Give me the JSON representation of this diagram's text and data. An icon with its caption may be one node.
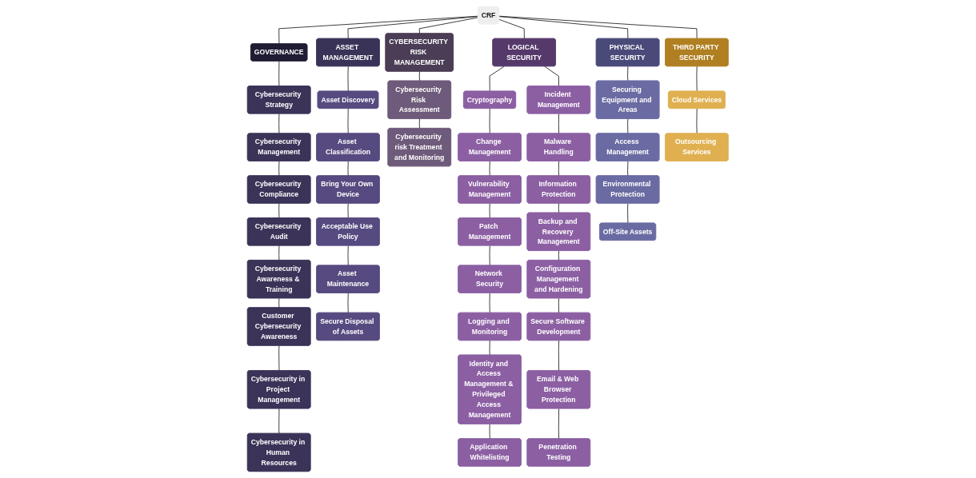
{
  "diagram": {
    "nodes": [
      {
        "text": [
          "CRF"
        ]
      },
      {
        "text": [
          "GOVERNANCE"
        ]
      },
      {
        "text": [
          "Cybersecurity Strategy"
        ]
      },
      {
        "text": [
          "Cybersecurity Management"
        ]
      },
      {
        "text": [
          "Cybersecurity Compliance"
        ]
      },
      {
        "text": [
          "Cybersecurity Audit"
        ]
      },
      {
        "text": [
          "Cybersecurity Awareness & Training"
        ]
      },
      {
        "text": [
          "Customer Cybersecurity Awareness"
        ]
      },
      {
        "text": [
          "Cybersecurity in Project Management"
        ]
      },
      {
        "text": [
          "Cybersecurity in Human Resources"
        ]
      },
      {
        "text": [
          "ASSET MANAGEMENT"
        ]
      },
      {
        "text": [
          "Asset Discovery"
        ]
      },
      {
        "text": [
          "Asset Classification"
        ]
      },
      {
        "text": [
          "Bring Your Own Device"
        ]
      },
      {
        "text": [
          "Acceptable Use Policy"
        ]
      },
      {
        "text": [
          "Asset Maintenance"
        ]
      },
      {
        "text": [
          "Secure Disposal of Assets"
        ]
      },
      {
        "text": [
          "CYBERSECURITY RISK MANAGEMENT"
        ]
      },
      {
        "text": [
          "Cybersecurity Risk Assessment"
        ]
      },
      {
        "text": [
          "Cybersecurity risk Treatment and Monitoring"
        ]
      },
      {
        "text": [
          "LOGICAL SECURITY"
        ]
      },
      {
        "text": [
          "Cryptography"
        ]
      },
      {
        "text": [
          "Change Management"
        ]
      },
      {
        "text": [
          "Vulnerability Management"
        ]
      },
      {
        "text": [
          "Patch Management"
        ]
      },
      {
        "text": [
          "Network Security"
        ]
      },
      {
        "text": [
          "Logging and Monitoring"
        ]
      },
      {
        "text": [
          "Identity and Access Management & Privileged Access Management"
        ]
      },
      {
        "text": [
          "Application Whitelisting"
        ]
      },
      {
        "text": [
          "Incident Management"
        ]
      },
      {
        "text": [
          "Malware Handling"
        ]
      },
      {
        "text": [
          "Information Protection"
        ]
      },
      {
        "text": [
          "Backup and Recovery Management"
        ]
      },
      {
        "text": [
          "Configuration Management and Hardening"
        ]
      },
      {
        "text": [
          "Secure Software Development"
        ]
      },
      {
        "text": [
          "Email & Web Browser Protection"
        ]
      },
      {
        "text": [
          "Penetration Testing"
        ]
      },
      {
        "text": [
          "PHYSICAL SECURITY"
        ]
      },
      {
        "text": [
          "Securing Equipment and Areas"
        ]
      },
      {
        "text": [
          "Access Management"
        ]
      },
      {
        "text": [
          "Environmental Protection"
        ]
      },
      {
        "text": [
          "Off-Site Assets"
        ]
      },
      {
        "text": [
          "THIRD PARTY SECURITY"
        ]
      },
      {
        "text": [
          "Cloud Services"
        ]
      },
      {
        "text": [
          "Outsourcing Services"
        ]
      }
    ],
    "edges": [
      {
        "from": 0,
        "to": 1,
        "arrow": "none"
      },
      {
        "from": 0,
        "to": 10,
        "arrow": "none"
      },
      {
        "from": 0,
        "to": 17,
        "arrow": "none"
      },
      {
        "from": 0,
        "to": 20,
        "arrow": "none"
      },
      {
        "from": 0,
        "to": 37,
        "arrow": "none"
      },
      {
        "from": 0,
        "to": 42,
        "arrow": "none"
      },
      {
        "from": 1,
        "to": 2,
        "arrow": "none"
      },
      {
        "from": 2,
        "to": 3,
        "arrow": "none"
      },
      {
        "from": 3,
        "to": 4,
        "arrow": "none"
      },
      {
        "from": 4,
        "to": 5,
        "arrow": "none"
      },
      {
        "from": 5,
        "to": 6,
        "arrow": "none"
      },
      {
        "from": 6,
        "to": 7,
        "arrow": "none"
      },
      {
        "from": 7,
        "to": 8,
        "arrow": "none"
      },
      {
        "from": 8,
        "to": 9,
        "arrow": "none"
      },
      {
        "from": 10,
        "to": 11,
        "arrow": "none"
      },
      {
        "from": 11,
        "to": 12,
        "arrow": "none"
      },
      {
        "from": 12,
        "to": 13,
        "arrow": "none"
      },
      {
        "from": 13,
        "to": 14,
        "arrow": "none"
      },
      {
        "from": 14,
        "to": 15,
        "arrow": "none"
      },
      {
        "from": 15,
        "to": 16,
        "arrow": "none"
      },
      {
        "from": 17,
        "to": 18,
        "arrow": "none"
      },
      {
        "from": 18,
        "to": 19,
        "arrow": "none"
      },
      {
        "from": 20,
        "to": 21,
        "arrow": "none"
      },
      {
        "from": 20,
        "to": 29,
        "arrow": "none"
      },
      {
        "from": 21,
        "to": 22,
        "arrow": "none"
      },
      {
        "from": 22,
        "to": 23,
        "arrow": "none"
      },
      {
        "from": 23,
        "to": 24,
        "arrow": "none"
      },
      {
        "from": 24,
        "to": 25,
        "arrow": "none"
      },
      {
        "from": 25,
        "to": 26,
        "arrow": "none"
      },
      {
        "from": 26,
        "to": 27,
        "arrow": "none"
      },
      {
        "from": 27,
        "to": 28,
        "arrow": "none"
      },
      {
        "from": 29,
        "to": 30,
        "arrow": "none"
      },
      {
        "from": 30,
        "to": 31,
        "arrow": "none"
      },
      {
        "from": 31,
        "to": 32,
        "arrow": "none"
      },
      {
        "from": 32,
        "to": 33,
        "arrow": "none"
      },
      {
        "from": 33,
        "to": 34,
        "arrow": "none"
      },
      {
        "from": 34,
        "to": 35,
        "arrow": "none"
      },
      {
        "from": 35,
        "to": 36,
        "arrow": "none"
      },
      {
        "from": 37,
        "to": 38,
        "arrow": "none"
      },
      {
        "from": 38,
        "to": 39,
        "arrow": "none"
      },
      {
        "from": 39,
        "to": 40,
        "arrow": "none"
      },
      {
        "from": 40,
        "to": 41,
        "arrow": "none"
      },
      {
        "from": 42,
        "to": 43,
        "arrow": "none"
      },
      {
        "from": 43,
        "to": 44,
        "arrow": "none"
      }
    ]
  }
}
